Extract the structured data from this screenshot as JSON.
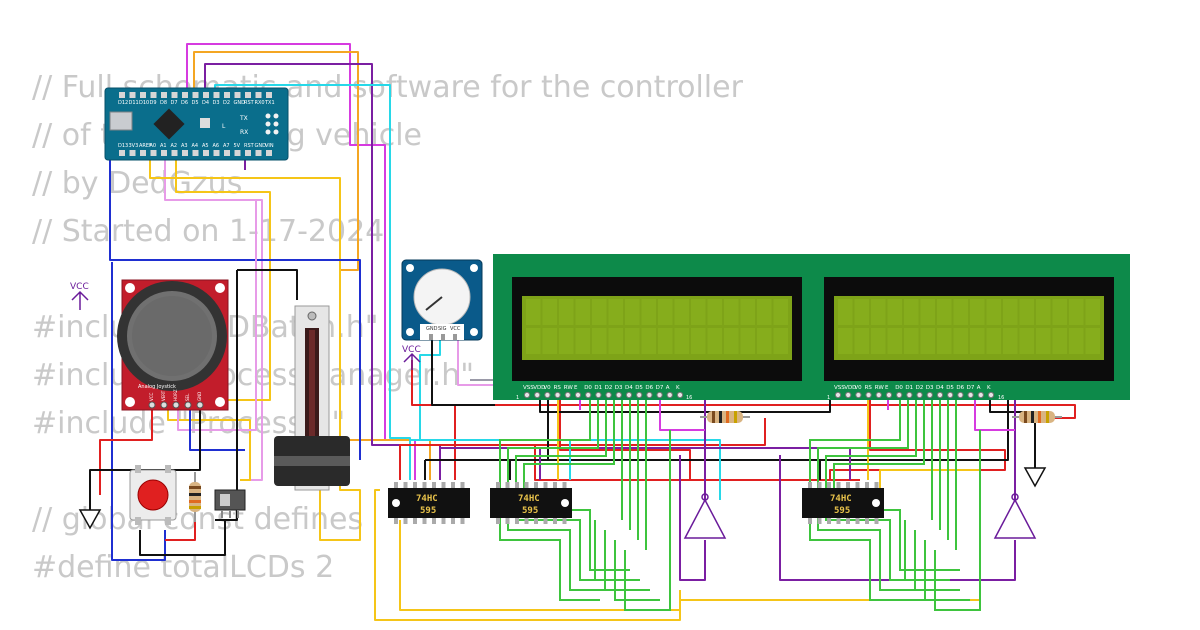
{
  "code_lines": [
    "// Full schematic and software for the controller",
    "// of the launching vehicle",
    "// by DedGzus",
    "// Started on 1-17-2024",
    "",
    "#include \"LCDBatch.h\"",
    "#include \"ProcessManager.h\"",
    "#include \"Process.h\"",
    "",
    "// global const defines",
    "#define totalLCDs 2"
  ],
  "arduino": {
    "top_pins": [
      "D12",
      "D11",
      "D10",
      "D9",
      "D8",
      "D7",
      "D6",
      "D5",
      "D4",
      "D3",
      "D2",
      "GND",
      "RST",
      "RX0",
      "TX1"
    ],
    "bottom_pins": [
      "D13",
      "3V3",
      "AREF",
      "A0",
      "A1",
      "A2",
      "A3",
      "A4",
      "A5",
      "A6",
      "A7",
      "5V",
      "RST",
      "GND",
      "VIN"
    ],
    "side_labels": [
      "L",
      "TX",
      "RX"
    ]
  },
  "power_labels": {
    "vcc_joystick": "VCC",
    "vcc_pot": "VCC"
  },
  "joystick": {
    "label": "Analog Joystick",
    "pins": [
      "VCC",
      "VERT",
      "HORZ",
      "SEL",
      "GND"
    ]
  },
  "pot": {
    "pins": [
      "GND",
      "SIG",
      "VCC"
    ]
  },
  "lcd_pins": [
    "VSS",
    "VDD",
    "V0",
    "RS",
    "RW",
    "E",
    "D0",
    "D1",
    "D2",
    "D3",
    "D4",
    "D5",
    "D6",
    "D7",
    "A",
    "K"
  ],
  "lcd_pin_numbers": {
    "first": "1",
    "last": "16"
  },
  "shift_registers": [
    {
      "line1": "74HC",
      "line2": "595"
    },
    {
      "line1": "74HC",
      "line2": "595"
    },
    {
      "line1": "74HC",
      "line2": "595"
    }
  ],
  "colors": {
    "board_blue": "#0a6e8c",
    "lcd_green": "#0d8a4a",
    "lcd_screen": "#7ea318",
    "wire_red": "#e02020",
    "wire_black": "#111111",
    "wire_green": "#3ec43e",
    "wire_purple": "#7b1fa2",
    "wire_magenta": "#d63be0",
    "wire_cyan": "#27d8e8",
    "wire_yellow": "#f5c518",
    "wire_orange": "#f4a623",
    "wire_blue": "#1f2fd1",
    "wire_grey": "#9a9aa8",
    "wire_pink": "#e79be8"
  }
}
